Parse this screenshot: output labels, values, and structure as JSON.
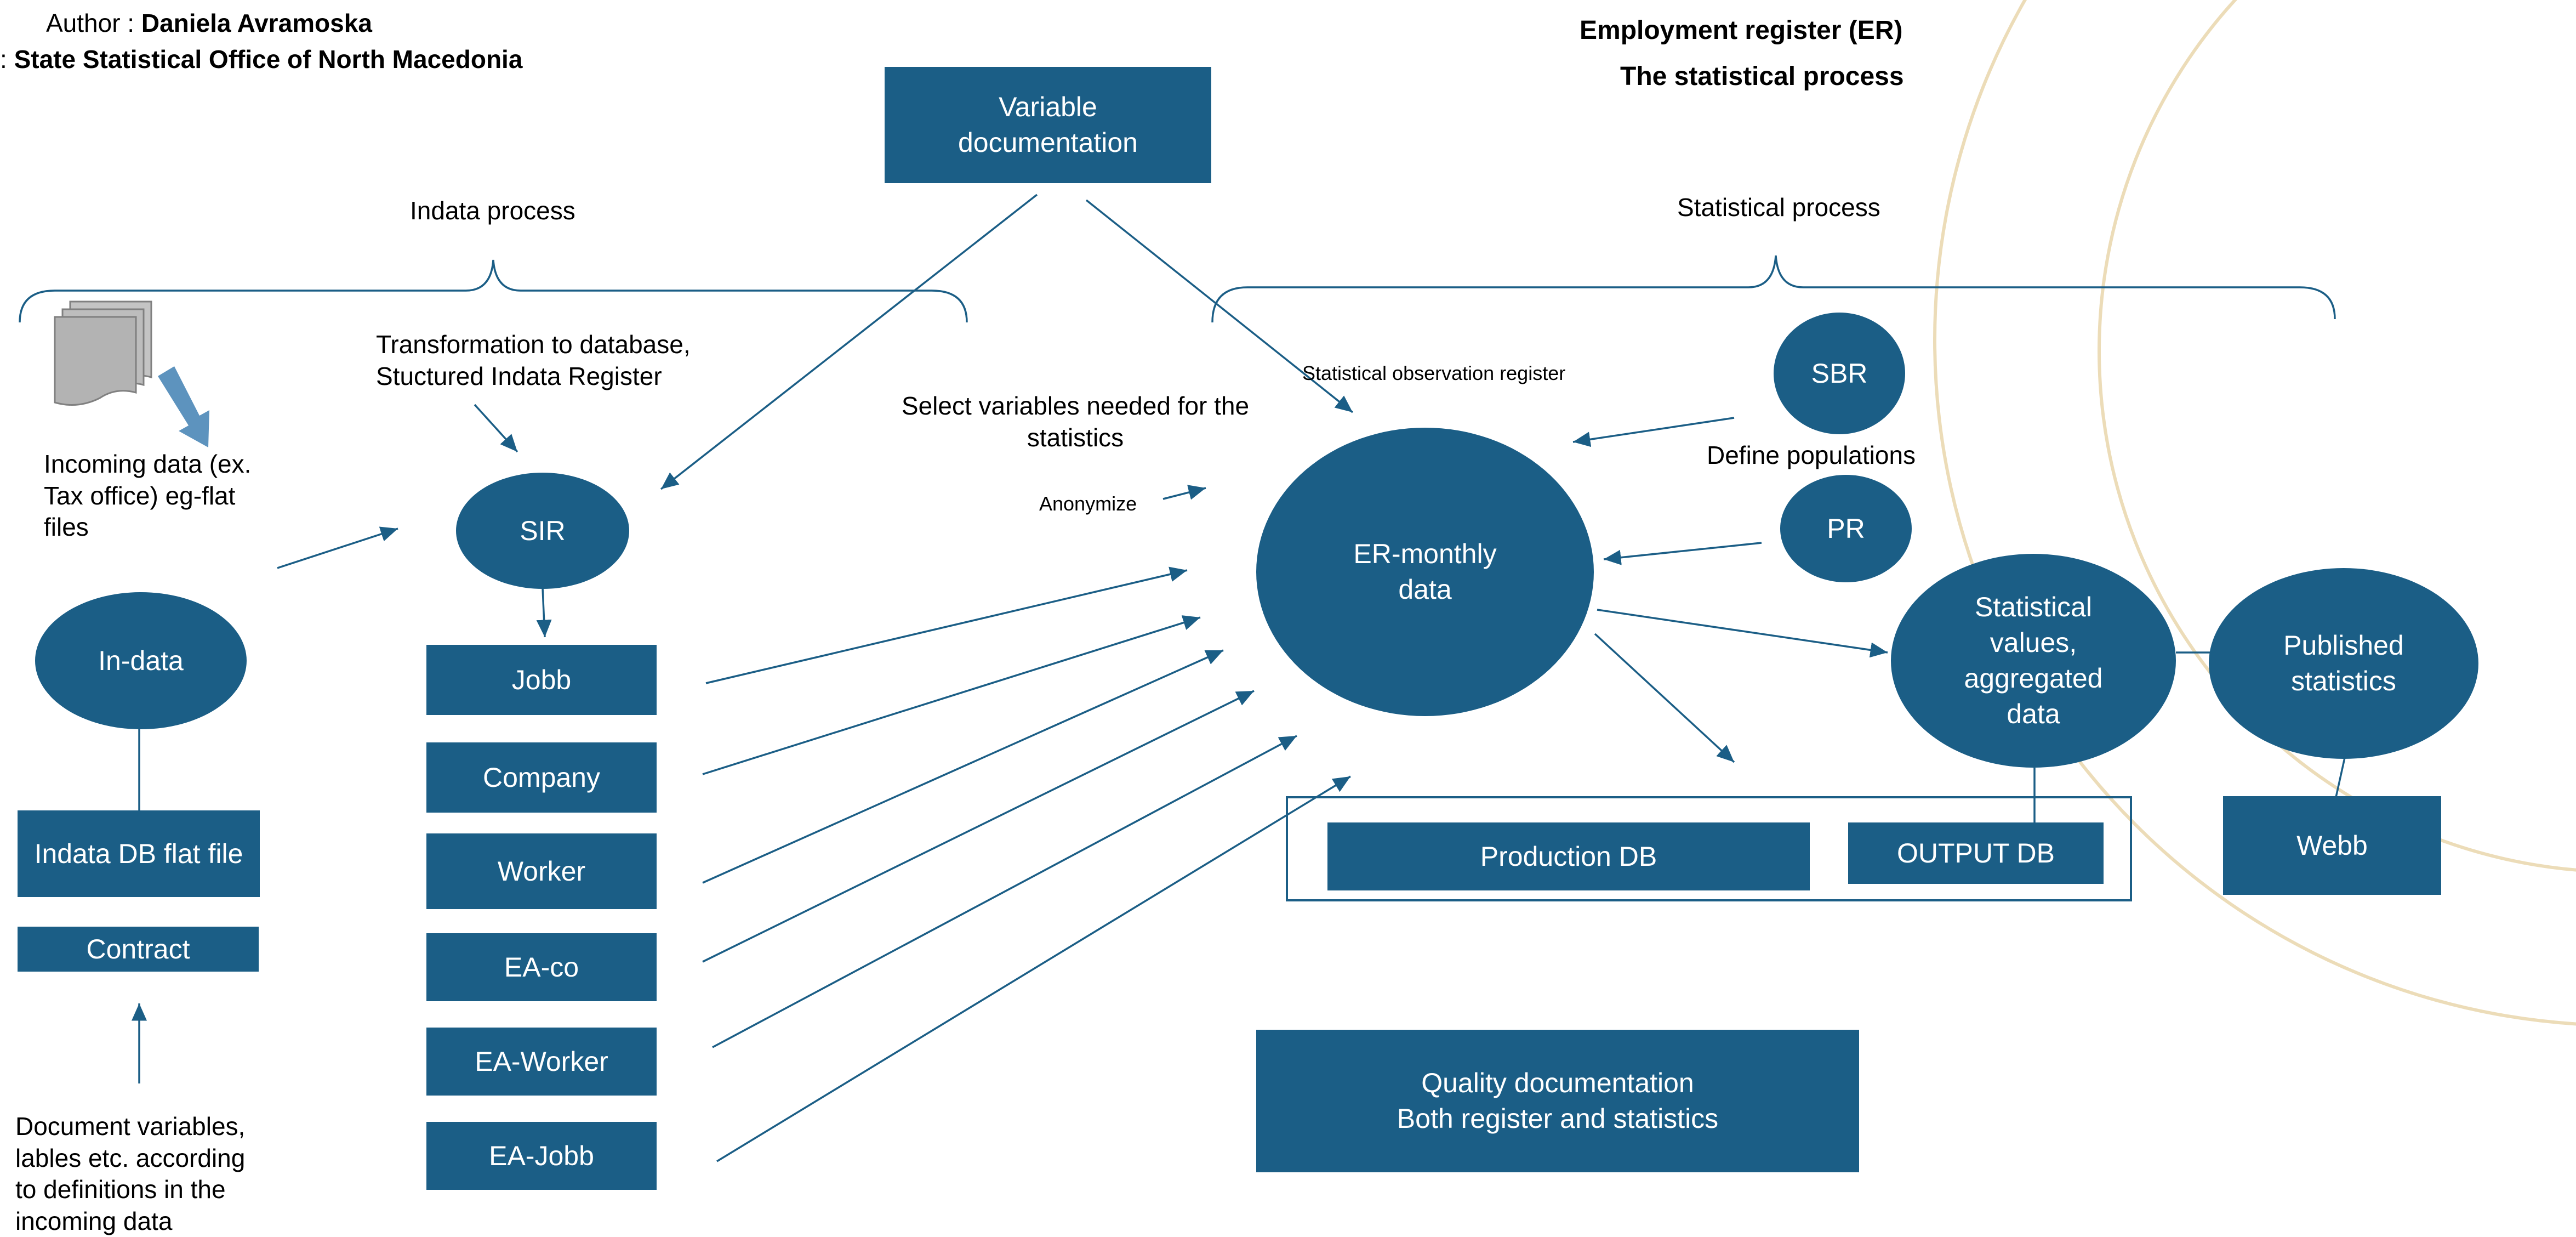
{
  "header": {
    "author_prefix": "Author : ",
    "author_name": "Daniela Avramoska",
    "office_prefix": ": ",
    "office_name": "State Statistical Office of North Macedonia",
    "title": "Employment register (ER)",
    "subtitle": "The statistical process"
  },
  "labels": {
    "indata_process": "Indata process",
    "statistical_process": "Statistical process",
    "transformation": "Transformation to database,\nStuctured Indata Register",
    "incoming_data": "Incoming data (ex.\nTax office) eg-flat\nfiles",
    "select_variables": "Select variables needed for the\nstatistics",
    "anonymize": "Anonymize",
    "statistical_observation_register": "Statistical observation register",
    "define_populations": "Define populations",
    "document_variables": "Document variables,\nlables etc. according\nto definitions in the\nincoming data"
  },
  "nodes": {
    "variable_documentation": "Variable\ndocumentation",
    "sir": "SIR",
    "in_data": "In-data",
    "indata_db": "Indata DB flat file",
    "contract": "Contract",
    "jobb": "Jobb",
    "company": "Company",
    "worker": "Worker",
    "ea_co": "EA-co",
    "ea_worker": "EA-Worker",
    "ea_jobb": "EA-Jobb",
    "er_monthly": "ER-monthly\ndata",
    "sbr": "SBR",
    "pr": "PR",
    "statistical_values": "Statistical\nvalues,\naggregated\ndata",
    "published_statistics": "Published\nstatistics",
    "production_db": "Production DB",
    "output_db": "OUTPUT DB",
    "webb": "Webb",
    "quality_documentation": "Quality documentation\nBoth register and statistics"
  },
  "colors": {
    "primary": "#1b5e86",
    "decor_arc": "#ecdcb8",
    "text": "#000000"
  }
}
